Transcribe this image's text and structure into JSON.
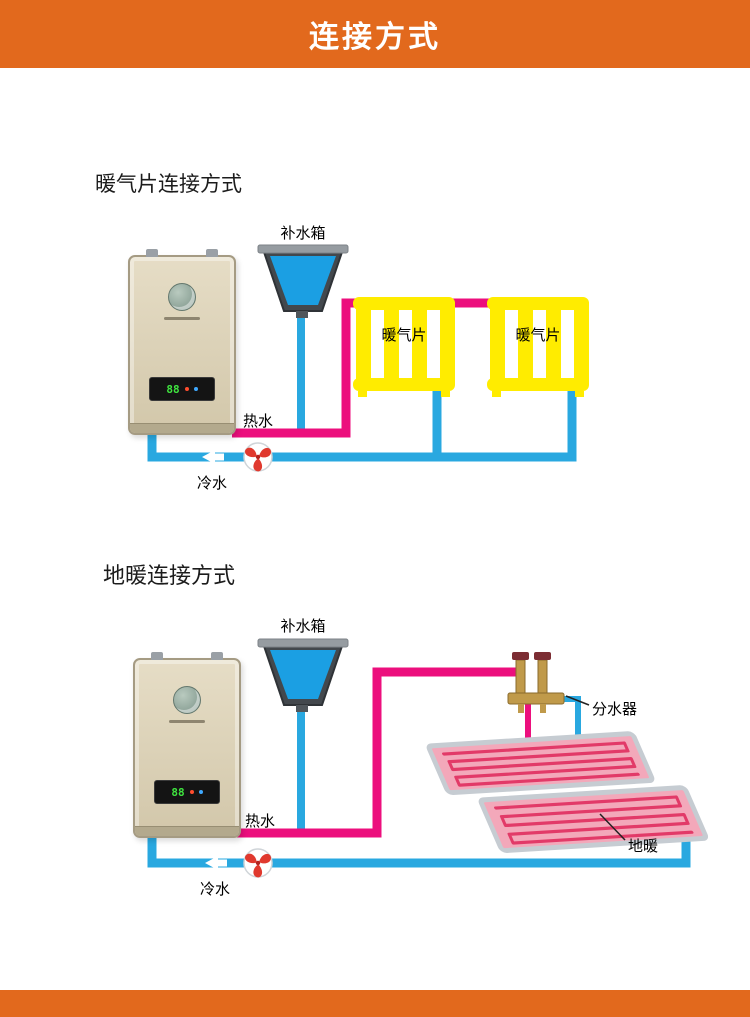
{
  "header": {
    "title": "连接方式"
  },
  "radiator_section": {
    "title": "暖气片连接方式",
    "labels": {
      "tank": "补水箱",
      "radiator_left": "暖气片",
      "radiator_right": "暖气片",
      "hot_water": "热水",
      "cold_water": "冷水"
    }
  },
  "floor_section": {
    "title": "地暖连接方式",
    "labels": {
      "tank": "补水箱",
      "manifold": "分水器",
      "floor_heating": "地暖",
      "hot_water": "热水",
      "cold_water": "冷水"
    }
  },
  "boiler": {
    "display_value": "88"
  },
  "colors": {
    "accent_orange": "#e2691d",
    "hot_pink": "#ec0f7d",
    "cold_blue": "#29a8e0",
    "radiator_yellow": "#ffec00",
    "water_blue": "#1b9fe3",
    "panel_pink": "#f3a8ba",
    "coil_red": "#e23a68",
    "brass": "#c09a4a"
  }
}
